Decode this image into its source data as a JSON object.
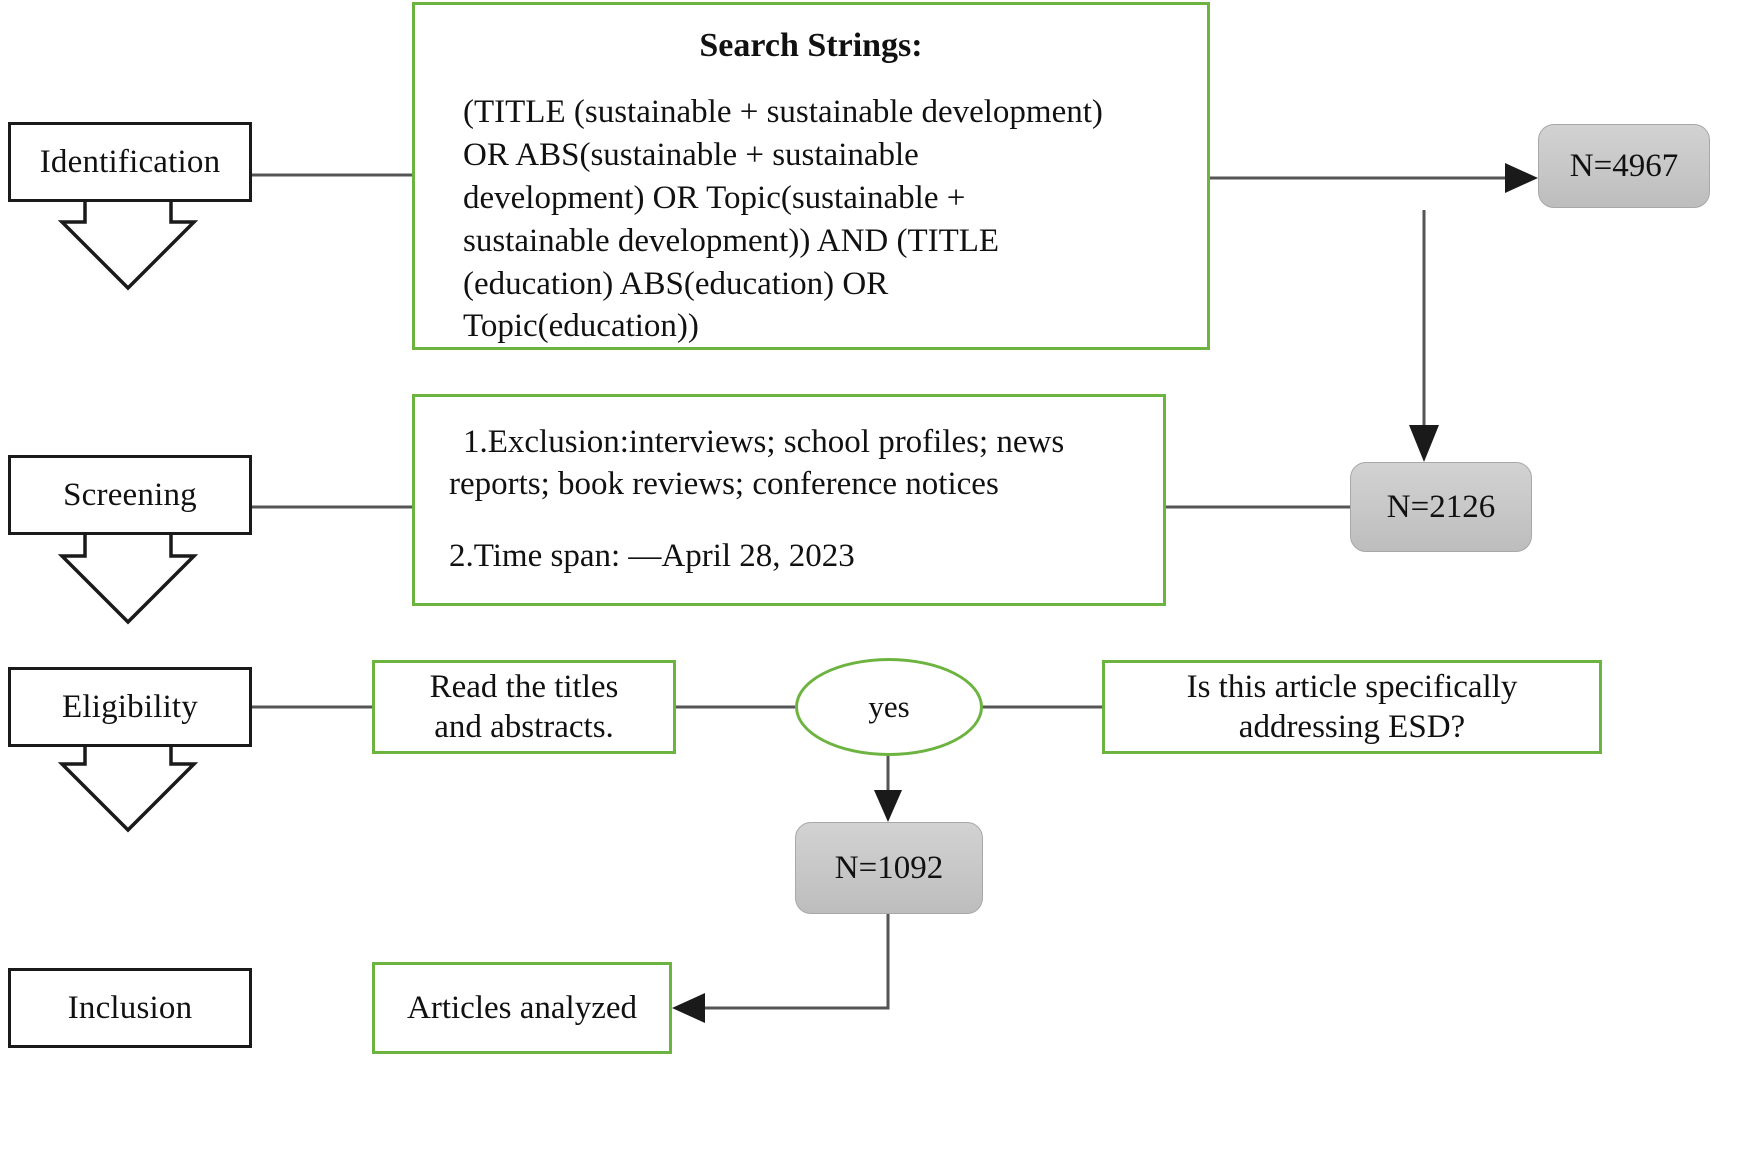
{
  "diagram": {
    "title": "PRISMA literature selection flow",
    "accent_green": "#6cb33f",
    "outline_black": "#1a1a1a",
    "nbox_gray": "#c9c9c9"
  },
  "stages": [
    {
      "label": "Identification"
    },
    {
      "label": "Screening"
    },
    {
      "label": "Eligibility"
    },
    {
      "label": "Inclusion"
    }
  ],
  "search": {
    "heading": "Search Strings:",
    "lines": [
      "(TITLE (sustainable + sustainable development)",
      "OR ABS(sustainable + sustainable",
      "development) OR Topic(sustainable +",
      "sustainable development)) AND (TITLE",
      "(education) ABS(education) OR",
      "Topic(education))"
    ]
  },
  "screening": {
    "line1": "1.Exclusion:interviews; school profiles; news",
    "line2": "reports; book reviews; conference notices",
    "line3": "2.Time span: —April 28, 2023"
  },
  "eligibility": {
    "read_box_line1": "Read the titles",
    "read_box_line2": "and abstracts.",
    "decision_label": "yes",
    "question_line1": "Is this article specifically",
    "question_line2": "addressing ESD?"
  },
  "inclusion": {
    "articles_box": "Articles analyzed"
  },
  "counts": {
    "identification": "N=4967",
    "screening": "N=2126",
    "eligibility": "N=1092"
  }
}
